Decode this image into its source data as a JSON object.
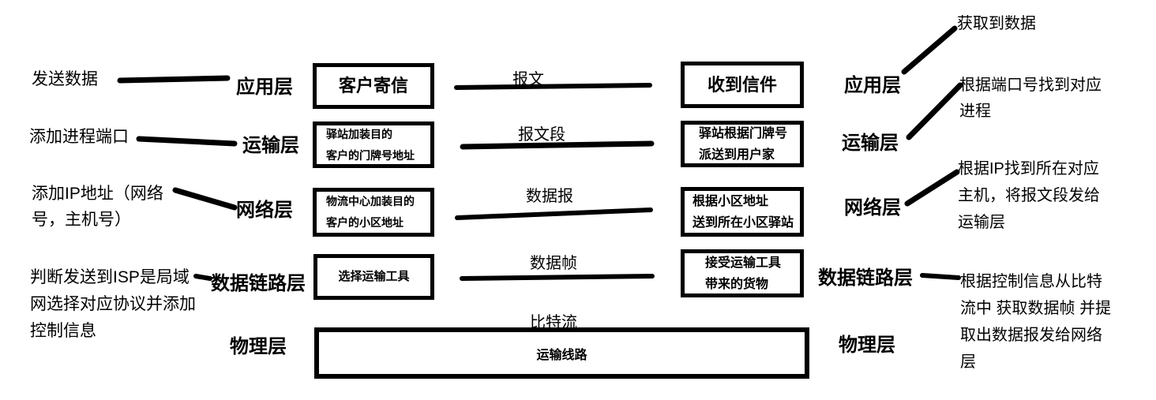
{
  "title": "五层网络模型寄信类比图",
  "colors": {
    "ink": "#000000",
    "background": "#ffffff"
  },
  "left_annotations": [
    {
      "lines": [
        "发送数据"
      ]
    },
    {
      "lines": [
        "添加进程端口"
      ]
    },
    {
      "lines": [
        "添加IP地址（网络",
        "号，主机号）"
      ]
    },
    {
      "lines": [
        "判断发送到ISP是局域",
        "网选择对应协议并添加",
        "控制信息"
      ]
    }
  ],
  "left_layers": [
    "应用层",
    "运输层",
    "网络层",
    "数据链路层",
    "物理层"
  ],
  "right_layers": [
    "应用层",
    "运输层",
    "网络层",
    "数据链路层",
    "物理层"
  ],
  "sender_boxes": [
    {
      "lines": [
        "客户寄信"
      ]
    },
    {
      "lines": [
        "驿站加装目的",
        "客户的门牌号地址"
      ]
    },
    {
      "lines": [
        "物流中心加装目的",
        "客户的小区地址"
      ]
    },
    {
      "lines": [
        "选择运输工具"
      ]
    }
  ],
  "receiver_boxes": [
    {
      "lines": [
        "收到信件"
      ]
    },
    {
      "lines": [
        "驿站根据门牌号",
        "派送到用户家"
      ]
    },
    {
      "lines": [
        "根据小区地址",
        "送到所在小区驿站"
      ]
    },
    {
      "lines": [
        "接受运输工具",
        "带来的货物"
      ]
    }
  ],
  "pdu_labels": [
    "报文",
    "报文段",
    "数据报",
    "数据帧",
    "比特流"
  ],
  "physical_box": {
    "label": "运输线路"
  },
  "right_annotations": [
    {
      "lines": [
        "获取到数据"
      ]
    },
    {
      "lines": [
        "根据端口号找到对应",
        "进程"
      ]
    },
    {
      "lines": [
        "根据IP找到所在对应",
        "主机，将报文段发给",
        "运输层"
      ]
    },
    {
      "lines": [
        "根据控制信息从比特",
        "流中 获取数据帧 并提",
        "取出数据报发给网络",
        "层"
      ]
    }
  ]
}
